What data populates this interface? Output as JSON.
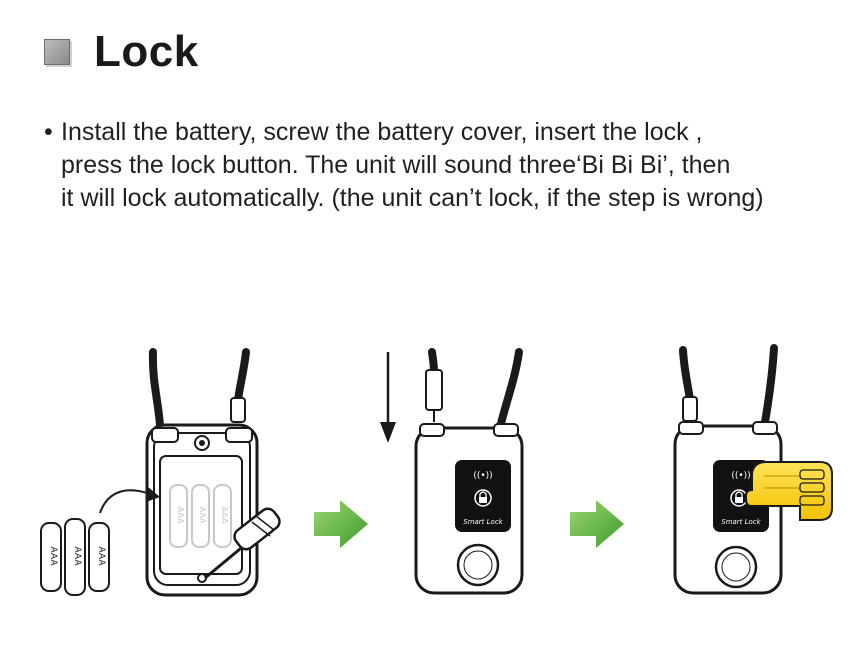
{
  "heading": {
    "title": "Lock",
    "bullet_icon": "square-bullet-icon"
  },
  "instruction": {
    "bullet": "•",
    "lines": [
      "Install the battery, screw the battery cover, insert the lock ,",
      "press the lock button. The unit will sound three‘Bi Bi Bi’, then",
      "it will lock automatically. (the unit can’t lock, if the step is wrong)"
    ]
  },
  "illustration": {
    "battery_label": "AAA",
    "device_label": "Smart Lock",
    "signal_glyph": "((•))",
    "arrow_color": "#5cb135",
    "steps": [
      "install-battery-step",
      "insert-lock-step",
      "press-lock-button-step"
    ]
  }
}
